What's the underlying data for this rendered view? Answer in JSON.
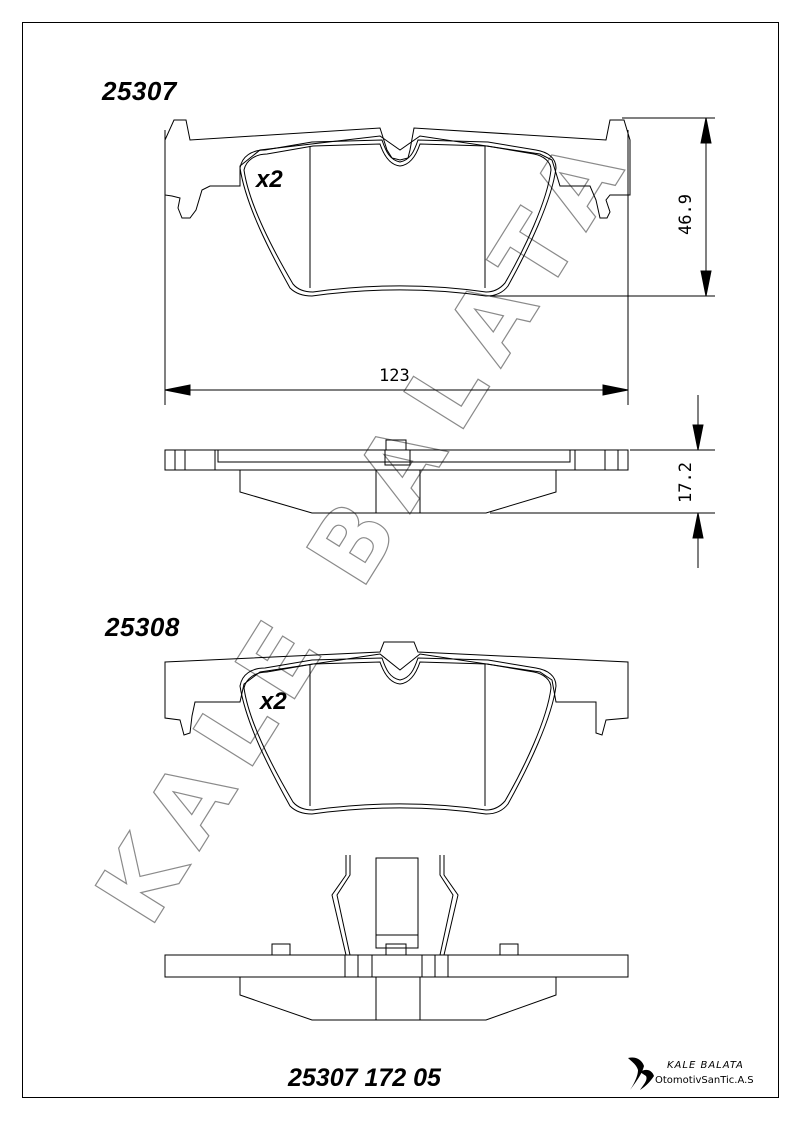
{
  "sheet": {
    "part_top": "25307",
    "part_bottom": "25308",
    "qty_top": "x2",
    "qty_bottom": "x2",
    "dim_width": "123",
    "dim_height": "46.9",
    "dim_thickness": "17.2",
    "product_code": "25307 172 05",
    "watermark": "KALE BALATA",
    "brand_name": "KALE BALATA",
    "brand_company": "OtomotivSanTic.A.S"
  }
}
